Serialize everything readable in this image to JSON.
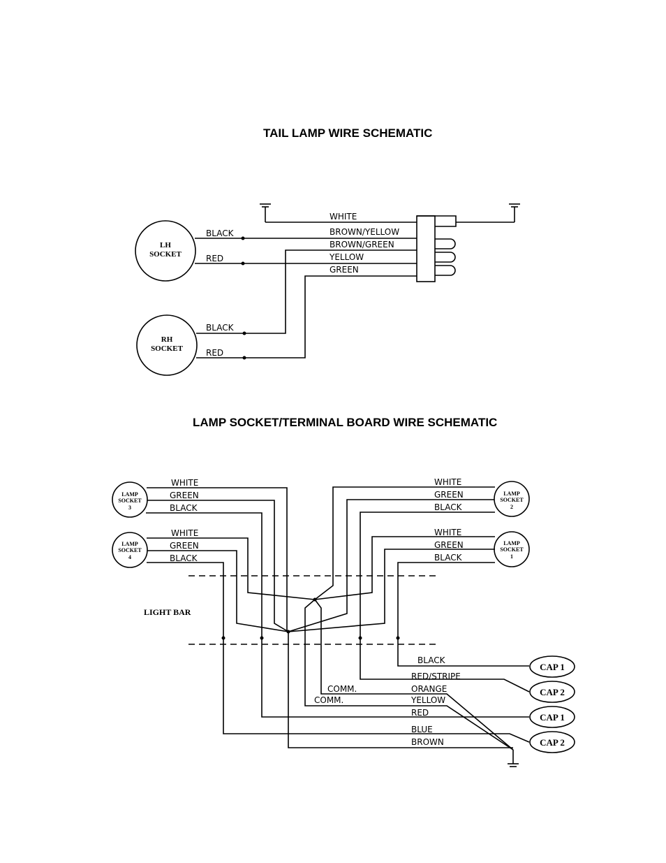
{
  "tail_lamp": {
    "title": "TAIL LAMP WIRE SCHEMATIC",
    "lh_socket": {
      "line1": "LH",
      "line2": "SOCKET"
    },
    "rh_socket": {
      "line1": "RH",
      "line2": "SOCKET"
    },
    "lh_wires": [
      "BLACK",
      "RED"
    ],
    "rh_wires": [
      "BLACK",
      "RED"
    ],
    "connector_wires": [
      "WHITE",
      "BROWN/YELLOW",
      "BROWN/GREEN",
      "YELLOW",
      "GREEN"
    ]
  },
  "terminal_board": {
    "title": "LAMP SOCKET/TERMINAL BOARD WIRE SCHEMATIC",
    "socket_word1": "LAMP",
    "socket_word2": "SOCKET",
    "socket_numbers": [
      "3",
      "4",
      "2",
      "1"
    ],
    "socket_wires": [
      "WHITE",
      "GREEN",
      "BLACK"
    ],
    "light_bar_label": "LIGHT BAR",
    "comm_labels": [
      "COMM.",
      "COMM."
    ],
    "output_wires": [
      "BLACK",
      "RED/STRIPE",
      "ORANGE",
      "YELLOW",
      "RED",
      "BLUE",
      "BROWN"
    ],
    "caps": [
      "CAP 1",
      "CAP 2",
      "CAP 1",
      "CAP 2"
    ]
  }
}
